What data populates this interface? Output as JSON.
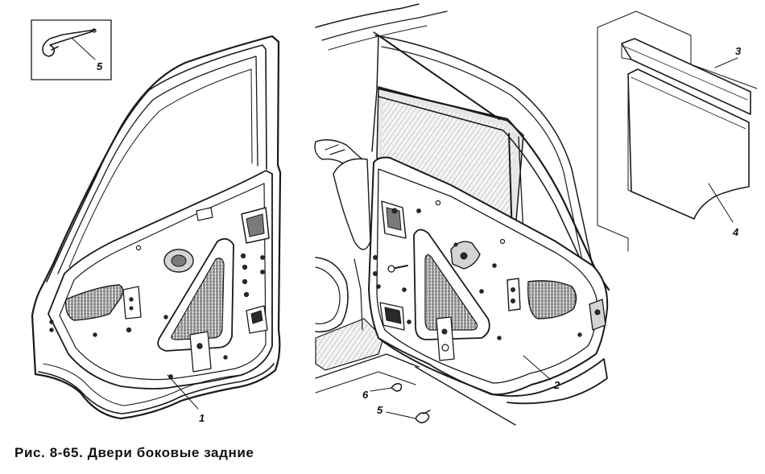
{
  "caption": "Рис. 8-65. Двери боковые задние",
  "callouts": {
    "c1": "1",
    "c2": "2",
    "c3": "3",
    "c4": "4",
    "c5_inset": "5",
    "c5": "5",
    "c6": "6"
  }
}
